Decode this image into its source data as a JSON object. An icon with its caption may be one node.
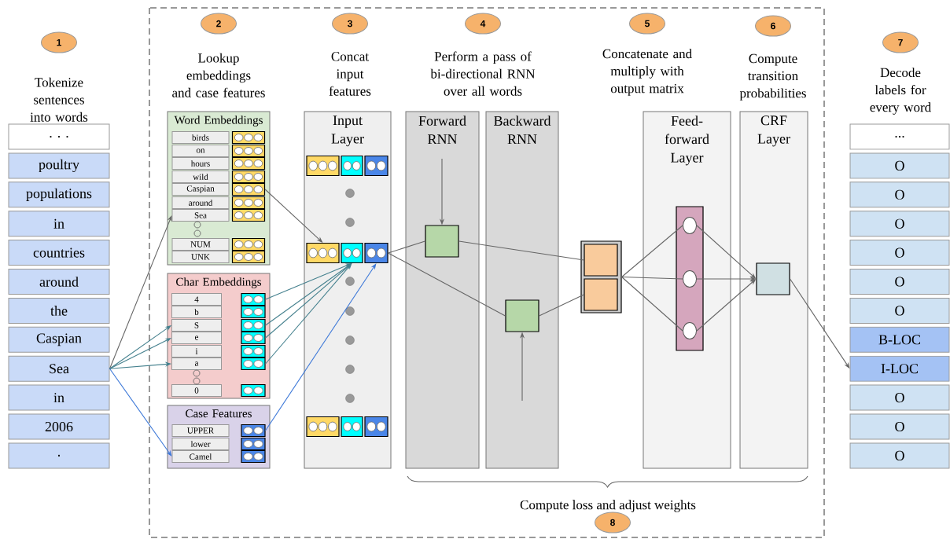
{
  "diagram": {
    "nodes": [
      {
        "text": [
          "1"
        ]
      },
      {
        "text": [
          ". . ."
        ]
      },
      {
        "text": [
          "poultry"
        ]
      },
      {
        "text": [
          "populations"
        ]
      },
      {
        "text": [
          "in"
        ]
      },
      {
        "text": [
          "countries"
        ]
      },
      {
        "text": [
          "around"
        ]
      },
      {
        "text": [
          "the"
        ]
      },
      {
        "text": [
          "Caspian"
        ]
      },
      {
        "text": [
          "Sea"
        ]
      },
      {
        "text": [
          "in"
        ]
      },
      {
        "text": [
          "2006"
        ]
      },
      {
        "text": [
          "."
        ]
      },
      {
        "text": [
          "2"
        ]
      },
      {
        "text": [
          "Word Embeddings"
        ]
      },
      {
        "text": [
          "birds"
        ],
        "in": 14
      },
      {
        "text": [
          "on"
        ],
        "in": 14
      },
      {
        "text": [
          "hours"
        ],
        "in": 14
      },
      {
        "text": [
          "wild"
        ],
        "in": 14
      },
      {
        "text": [
          "Caspian"
        ],
        "in": 14
      },
      {
        "text": [
          "around"
        ],
        "in": 14
      },
      {
        "text": [
          "Sea"
        ],
        "in": 14
      },
      {
        "text": [
          "NUM"
        ],
        "in": 14
      },
      {
        "text": [
          "UNK"
        ],
        "in": 14
      },
      {
        "text": [],
        "shape": "box",
        "in": 14
      },
      {
        "text": [],
        "shape": "box",
        "in": 14
      },
      {
        "text": [],
        "shape": "box",
        "in": 14
      },
      {
        "text": [],
        "shape": "box",
        "in": 14
      },
      {
        "text": [],
        "shape": "box",
        "in": 14
      },
      {
        "text": [],
        "shape": "box",
        "in": 14
      },
      {
        "text": [],
        "shape": "box",
        "in": 14
      },
      {
        "text": [],
        "shape": "box",
        "in": 14
      },
      {
        "text": [],
        "shape": "box",
        "in": 14
      },
      {
        "text": [
          "Char Embeddings"
        ]
      },
      {
        "text": [
          "4"
        ],
        "in": 33
      },
      {
        "text": [
          "b"
        ],
        "in": 33
      },
      {
        "text": [
          "S"
        ],
        "in": 33
      },
      {
        "text": [
          "e"
        ],
        "in": 33
      },
      {
        "text": [
          "i"
        ],
        "in": 33
      },
      {
        "text": [
          "a"
        ],
        "in": 33
      },
      {
        "text": [
          "0"
        ],
        "in": 33
      },
      {
        "text": [],
        "shape": "box",
        "in": 33
      },
      {
        "text": [],
        "shape": "box",
        "in": 33
      },
      {
        "text": [],
        "shape": "box",
        "in": 33
      },
      {
        "text": [],
        "shape": "box",
        "in": 33
      },
      {
        "text": [],
        "shape": "box",
        "in": 33
      },
      {
        "text": [],
        "shape": "box",
        "in": 33
      },
      {
        "text": [],
        "shape": "box",
        "in": 33
      },
      {
        "text": [
          "Case Features"
        ]
      },
      {
        "text": [
          "UPPER"
        ],
        "in": 48
      },
      {
        "text": [
          "lower"
        ],
        "in": 48
      },
      {
        "text": [
          "Camel"
        ],
        "in": 48
      },
      {
        "text": [],
        "shape": "box",
        "in": 48
      },
      {
        "text": [],
        "shape": "box",
        "in": 48
      },
      {
        "text": [],
        "shape": "box",
        "in": 48
      },
      {
        "text": [
          "3"
        ]
      },
      {
        "text": [
          "Input Layer"
        ]
      },
      {
        "text": [],
        "shape": "box",
        "in": 56
      },
      {
        "text": [],
        "shape": "box",
        "in": 56
      },
      {
        "text": [],
        "shape": "box",
        "in": 56
      },
      {
        "text": [],
        "shape": "box",
        "in": 56
      },
      {
        "text": [],
        "shape": "box",
        "in": 56
      },
      {
        "text": [],
        "shape": "box",
        "in": 56
      },
      {
        "text": [],
        "shape": "box",
        "in": 56
      },
      {
        "text": [],
        "shape": "box",
        "in": 56
      },
      {
        "text": [],
        "shape": "box",
        "in": 56
      },
      {
        "text": [
          "4"
        ]
      },
      {
        "text": [
          "Forward RNN"
        ]
      },
      {
        "text": [],
        "shape": "box",
        "in": 67
      },
      {
        "text": [
          "Backward RNN"
        ]
      },
      {
        "text": [],
        "shape": "box",
        "in": 69
      },
      {
        "text": [
          "5"
        ]
      },
      {
        "text": [],
        "shape": "box"
      },
      {
        "text": [],
        "shape": "box",
        "in": 72
      },
      {
        "text": [],
        "shape": "box",
        "in": 72
      },
      {
        "text": [
          "6"
        ]
      },
      {
        "text": [
          "Feed- forward Layer"
        ]
      },
      {
        "text": [],
        "shape": "bar",
        "in": 76
      },
      {
        "text": [],
        "shape": "circle",
        "in": 77
      },
      {
        "text": [],
        "shape": "circle",
        "in": 77
      },
      {
        "text": [],
        "shape": "circle",
        "in": 77
      },
      {
        "text": [
          "CRF Layer"
        ]
      },
      {
        "text": [],
        "shape": "box",
        "in": 81
      },
      {
        "text": [
          "7"
        ]
      },
      {
        "text": [
          "..."
        ]
      },
      {
        "text": [
          "O"
        ]
      },
      {
        "text": [
          "O"
        ]
      },
      {
        "text": [
          "O"
        ]
      },
      {
        "text": [
          "O"
        ]
      },
      {
        "text": [
          "O"
        ]
      },
      {
        "text": [
          "O"
        ]
      },
      {
        "text": [
          "B-LOC"
        ]
      },
      {
        "text": [
          "I-LOC"
        ]
      },
      {
        "text": [
          "O"
        ]
      },
      {
        "text": [
          "O"
        ]
      },
      {
        "text": [
          "O"
        ]
      },
      {
        "text": [
          "8"
        ]
      }
    ],
    "labels": [
      "Tokenize sentences into words",
      "Lookup embeddings and case features",
      "Concat input features",
      "Perform a pass of bi-directional RNN over all words",
      "Concatenate and multiply with output matrix",
      "Compute transition probabilities",
      "Decode labels for every word",
      "Compute loss and adjust weights"
    ],
    "edges": [
      {
        "from": 9,
        "to": 21,
        "arrow": "to"
      },
      {
        "from": 9,
        "to": 36,
        "arrow": "to",
        "color": "#45818e"
      },
      {
        "from": 9,
        "to": 37,
        "arrow": "to",
        "color": "#45818e"
      },
      {
        "from": 9,
        "to": 39,
        "arrow": "to",
        "color": "#45818e"
      },
      {
        "from": 9,
        "to": 51,
        "arrow": "to",
        "color": "#3c78d8"
      },
      {
        "from": 28,
        "to": 60,
        "arrow": "to"
      },
      {
        "from": 41,
        "to": 61,
        "arrow": "to",
        "color": "#45818e"
      },
      {
        "from": 43,
        "to": 61,
        "arrow": "to",
        "color": "#45818e"
      },
      {
        "from": 44,
        "to": 61,
        "arrow": "to",
        "color": "#45818e"
      },
      {
        "from": 46,
        "to": 61,
        "arrow": "to",
        "color": "#45818e"
      },
      {
        "from": 52,
        "to": 62,
        "arrow": "to",
        "color": "#3c78d8"
      },
      {
        "from": null,
        "to": 68,
        "arrow": "to"
      },
      {
        "from": null,
        "to": 70,
        "arrow": "to"
      },
      {
        "from": 62,
        "to": 68,
        "arrow": "none"
      },
      {
        "from": 62,
        "to": 70,
        "arrow": "none"
      },
      {
        "from": 68,
        "to": 73,
        "arrow": "none"
      },
      {
        "from": 70,
        "to": 74,
        "arrow": "none"
      },
      {
        "from": 72,
        "to": 78,
        "arrow": "none"
      },
      {
        "from": 72,
        "to": 79,
        "arrow": "none"
      },
      {
        "from": 72,
        "to": 80,
        "arrow": "none"
      },
      {
        "from": 78,
        "to": 82,
        "arrow": "to"
      },
      {
        "from": 79,
        "to": 82,
        "arrow": "to"
      },
      {
        "from": 80,
        "to": 82,
        "arrow": "to"
      },
      {
        "from": 82,
        "to": 92,
        "arrow": "to"
      }
    ]
  }
}
